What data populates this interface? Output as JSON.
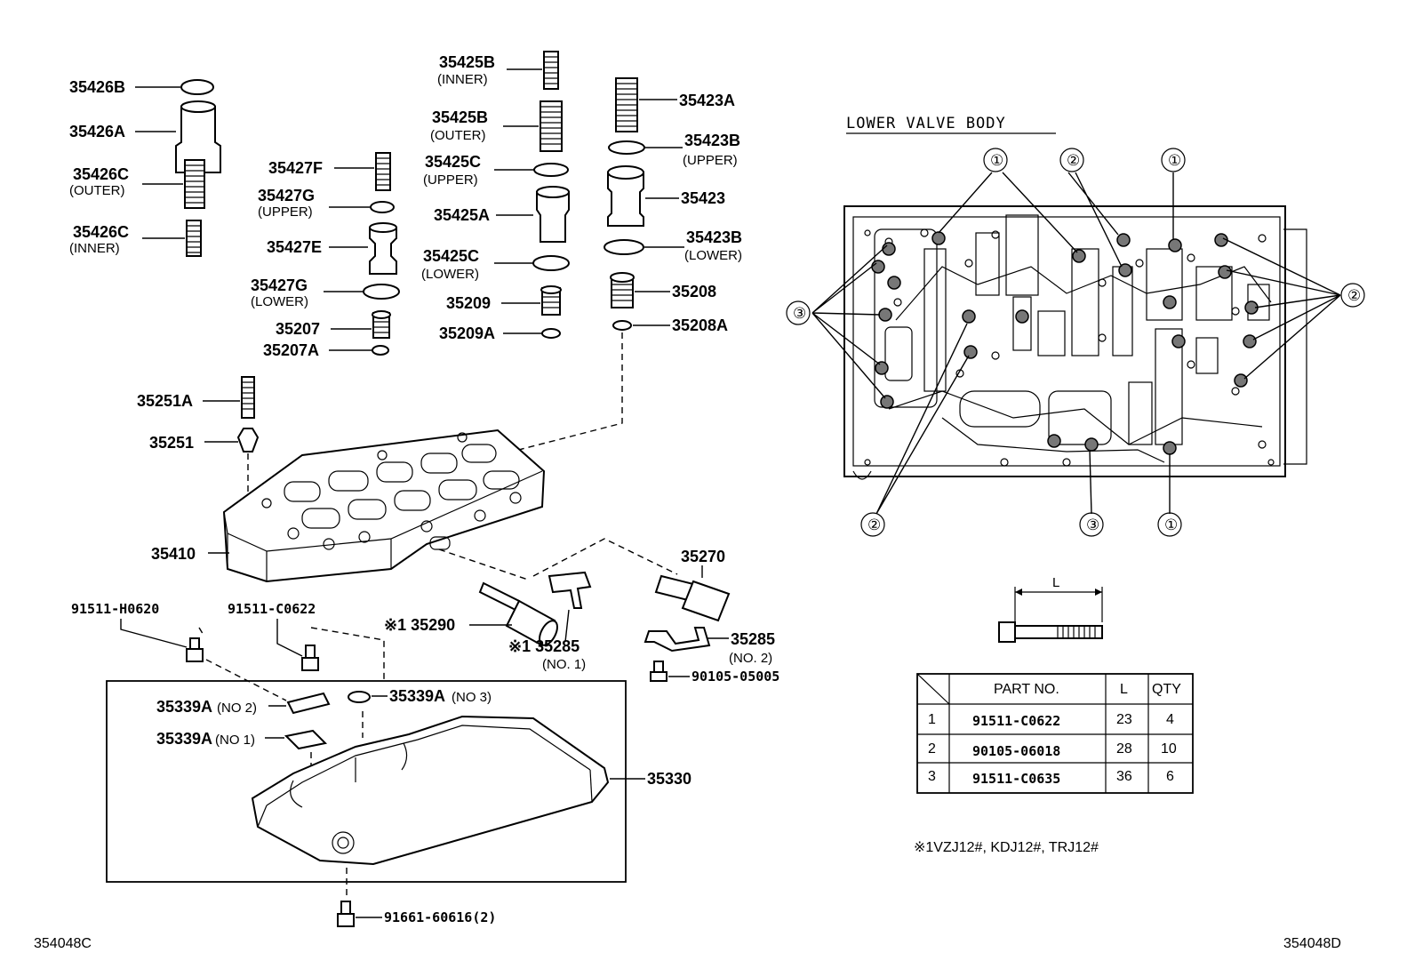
{
  "diagram": {
    "lower_title": "LOWER VALVE BODY",
    "note": "※1VZJ12#, KDJ12#, TRJ12#",
    "code_left": "354048C",
    "code_right": "354048D",
    "dimension_label": "L",
    "parts": {
      "p35426B": "35426B",
      "p35426A": "35426A",
      "p35426C_outer": "35426C",
      "outer_1": "(OUTER)",
      "p35426C_inner": "35426C",
      "inner_1": "(INNER)",
      "p35427F": "35427F",
      "p35427G_upper": "35427G",
      "upper_1": "(UPPER)",
      "p35427E": "35427E",
      "p35427G_lower": "35427G",
      "lower_1": "(LOWER)",
      "p35207": "35207",
      "p35207A": "35207A",
      "p35425B_inner": "35425B",
      "inner_2": "(INNER)",
      "p35425B_outer": "35425B",
      "outer_2": "(OUTER)",
      "p35425C_upper": "35425C",
      "upper_2": "(UPPER)",
      "p35425A": "35425A",
      "p35425C_lower": "35425C",
      "lower_2": "(LOWER)",
      "p35209": "35209",
      "p35209A": "35209A",
      "p35423A": "35423A",
      "p35423B_upper": "35423B",
      "upper_3": "(UPPER)",
      "p35423": "35423",
      "p35423B_lower": "35423B",
      "lower_3": "(LOWER)",
      "p35208": "35208",
      "p35208A": "35208A",
      "p35251A": "35251A",
      "p35251": "35251",
      "p35410": "35410",
      "p35270": "35270",
      "p35290": "※1 35290",
      "p35285_no1": "※1 35285",
      "no1": "(NO. 1)",
      "p35285_no2": "35285",
      "no2": "(NO. 2)",
      "p90105_05005": "90105-05005",
      "p91511_H0620": "91511-H0620",
      "p91511_C0622": "91511-C0622",
      "p35339A_no2": "35339A",
      "no2_b": "(NO 2)",
      "p35339A_no3": "35339A",
      "no3": "(NO 3)",
      "p35339A_no1": "35339A",
      "no1_b": "(NO 1)",
      "p35330": "35330",
      "p91661": "91661-60616(2)"
    },
    "callouts": [
      "①",
      "②",
      "③"
    ]
  },
  "bolt_table": {
    "headers": [
      "PART NO.",
      "L",
      "QTY"
    ],
    "rows": [
      {
        "idx": "1",
        "part_no": "91511-C0622",
        "l": "23",
        "qty": "4"
      },
      {
        "idx": "2",
        "part_no": "90105-06018",
        "l": "28",
        "qty": "10"
      },
      {
        "idx": "3",
        "part_no": "91511-C0635",
        "l": "36",
        "qty": "6"
      }
    ]
  }
}
